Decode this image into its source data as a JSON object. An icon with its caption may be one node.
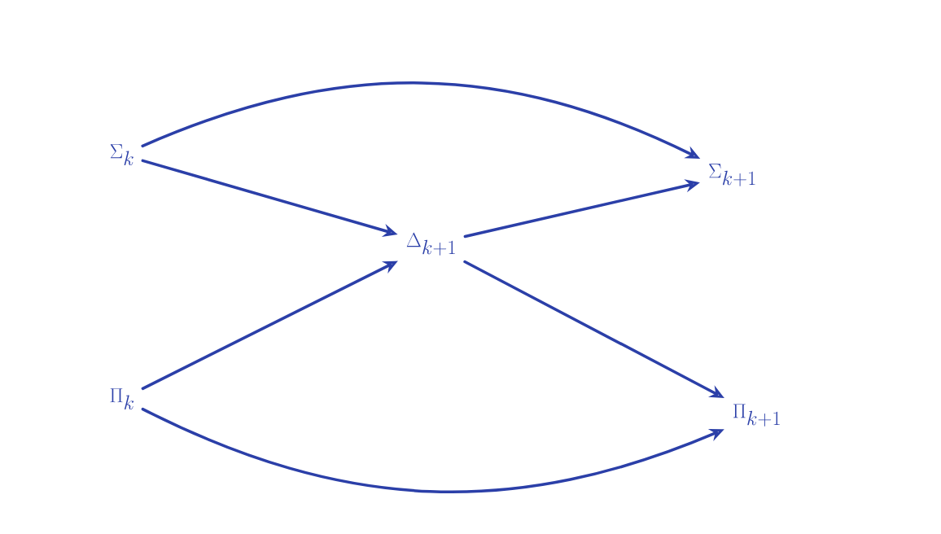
{
  "diagram": {
    "nodes": [
      {
        "text": [
          "\\Sigma_k"
        ]
      },
      {
        "text": [
          "\\Delta_{k+1}"
        ]
      },
      {
        "text": [
          "\\Sigma_{k+1}"
        ]
      },
      {
        "text": [
          "\\Pi_k"
        ]
      },
      {
        "text": [
          "\\Pi_{k+1}"
        ]
      }
    ],
    "edges": [
      {
        "from": 0,
        "to": 2,
        "arrow": "to"
      },
      {
        "from": 0,
        "to": 1,
        "arrow": "to"
      },
      {
        "from": 3,
        "to": 1,
        "arrow": "to"
      },
      {
        "from": 1,
        "to": 2,
        "arrow": "to"
      },
      {
        "from": 1,
        "to": 4,
        "arrow": "to"
      },
      {
        "from": 3,
        "to": 4,
        "arrow": "to"
      }
    ]
  }
}
